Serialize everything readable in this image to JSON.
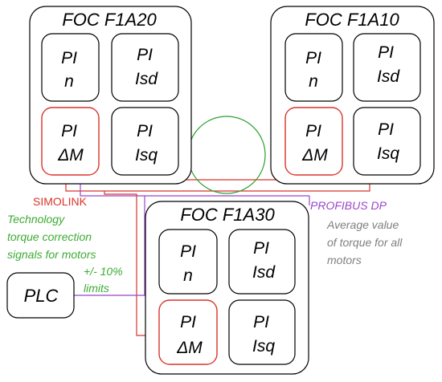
{
  "colors": {
    "outline": "#000000",
    "simolink": "#d9342b",
    "profibus": "#9b45c9",
    "technology": "#3cab33",
    "average_note": "#7f7f7f",
    "circle": "#2e9e2e"
  },
  "drives": {
    "f1a20": {
      "title": "FOC F1A20",
      "pi_n": [
        "PI",
        "n"
      ],
      "pi_isd": [
        "PI",
        "Isd"
      ],
      "pi_dm": [
        "PI",
        "ΔM"
      ],
      "pi_isq": [
        "PI",
        "Isq"
      ]
    },
    "f1a10": {
      "title": "FOC F1A10",
      "pi_n": [
        "PI",
        "n"
      ],
      "pi_isd": [
        "PI",
        "Isd"
      ],
      "pi_dm": [
        "PI",
        "ΔM"
      ],
      "pi_isq": [
        "PI",
        "Isq"
      ]
    },
    "f1a30": {
      "title": "FOC F1A30",
      "pi_n": [
        "PI",
        "n"
      ],
      "pi_isd": [
        "PI",
        "Isd"
      ],
      "pi_dm": [
        "PI",
        "ΔM"
      ],
      "pi_isq": [
        "PI",
        "Isq"
      ]
    }
  },
  "plc": {
    "label": "PLC"
  },
  "labels": {
    "simolink": "SIMOLINK",
    "technology": [
      "Technology",
      "torque correction",
      "signals for motors"
    ],
    "limits": [
      "+/- 10%",
      "limits"
    ],
    "profibus": "PROFIBUS DP",
    "average": [
      "Average value",
      "of torque for all",
      "motors"
    ]
  }
}
